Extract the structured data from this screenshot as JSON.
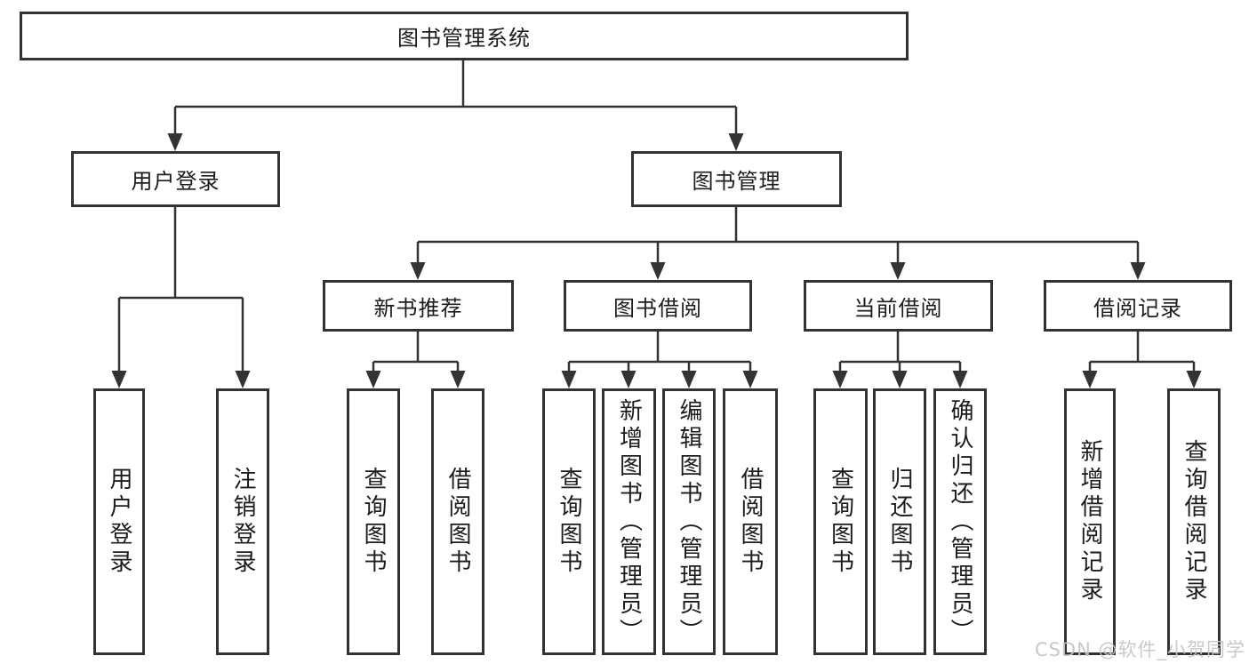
{
  "tree": {
    "label": "图书管理系统",
    "children": [
      {
        "label": "用户登录",
        "children": [
          {
            "label": "用户登录"
          },
          {
            "label": "注销登录"
          }
        ]
      },
      {
        "label": "图书管理",
        "children": [
          {
            "label": "新书推荐",
            "children": [
              {
                "label": "查询图书"
              },
              {
                "label": "借阅图书"
              }
            ]
          },
          {
            "label": "图书借阅",
            "children": [
              {
                "label": "查询图书"
              },
              {
                "label": "新增图书（管理员）"
              },
              {
                "label": "编辑图书（管理员）"
              },
              {
                "label": "借阅图书"
              }
            ]
          },
          {
            "label": "当前借阅",
            "children": [
              {
                "label": "查询图书"
              },
              {
                "label": "归还图书"
              },
              {
                "label": "确认归还（管理员）"
              }
            ]
          },
          {
            "label": "借阅记录",
            "children": [
              {
                "label": "新增借阅记录"
              },
              {
                "label": "查询借阅记录"
              }
            ]
          }
        ]
      }
    ]
  },
  "watermark": {
    "text": "CSDN @软件_小贺同学"
  },
  "colors": {
    "line": "#333333",
    "box_border": "#323232",
    "text": "#1c1c1c",
    "watermark": "#c4c4c4",
    "background": "#ffffff"
  }
}
